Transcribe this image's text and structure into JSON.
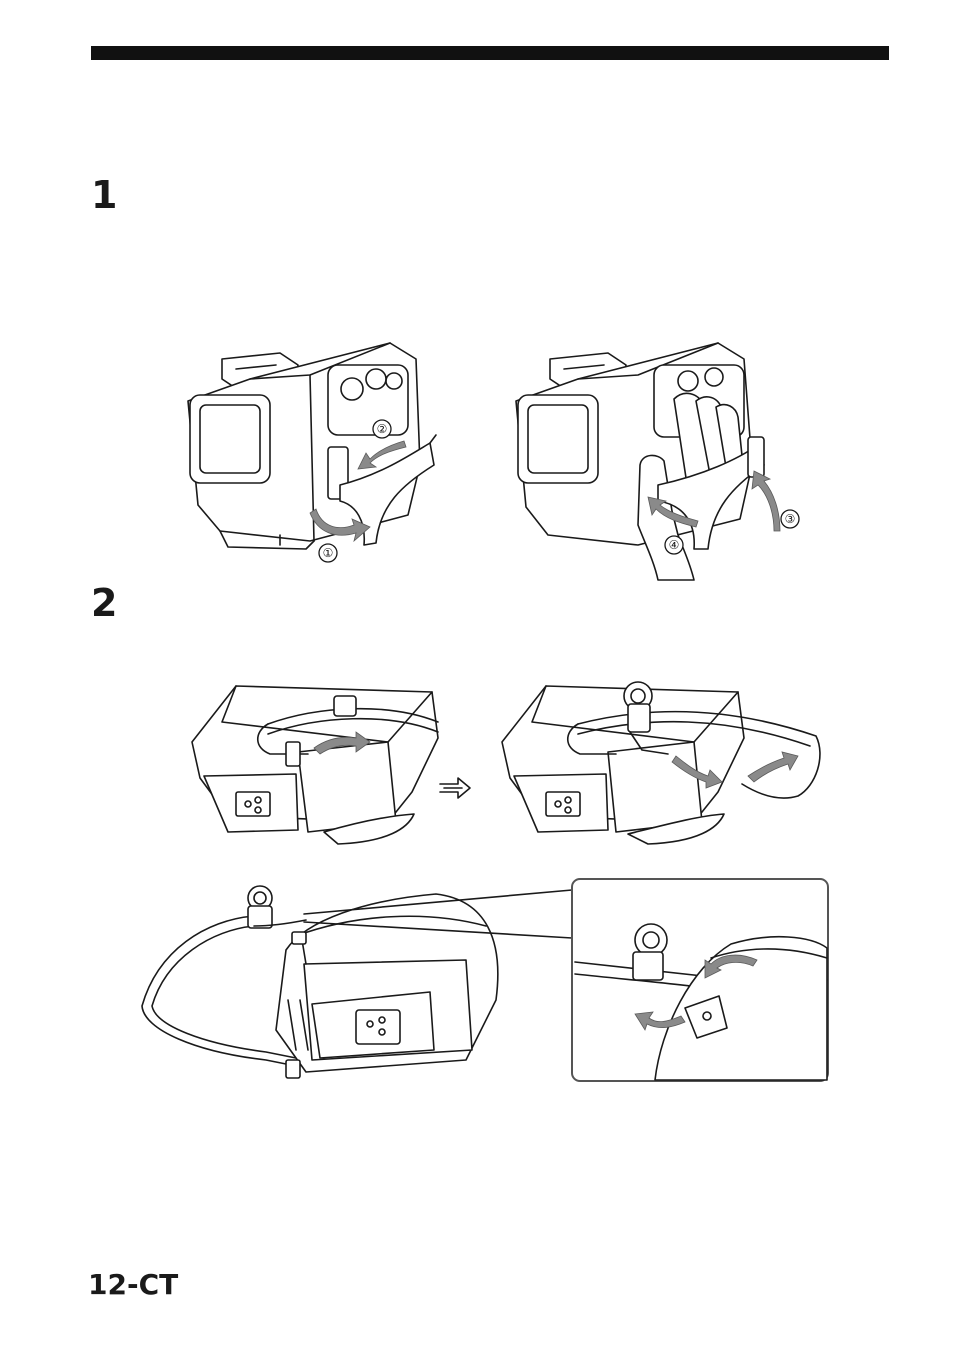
{
  "page": {
    "step1_number": "1",
    "step2_number": "2",
    "footer_page": "12-CT"
  },
  "figures": {
    "step1_left_callouts": [
      "①",
      "②"
    ],
    "step1_right_callouts": [
      "③",
      "④"
    ]
  },
  "colors": {
    "ink": "#1a1a1a",
    "arrow_fill": "#8a8a8a",
    "rule": "#111111"
  }
}
